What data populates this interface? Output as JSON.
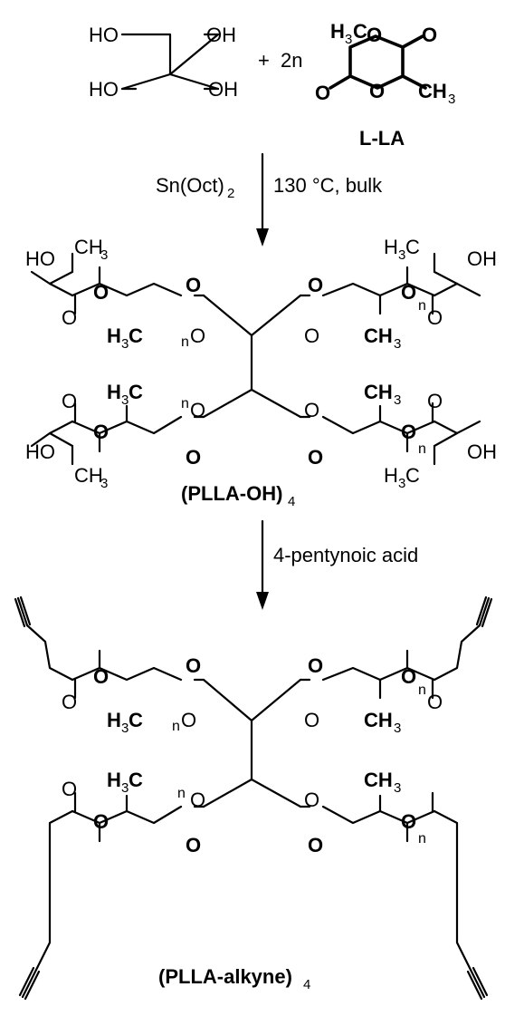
{
  "reaction": {
    "reagent_coefficient": "2n",
    "plus": "+",
    "monomer_label": "L-LA",
    "catalyst": "Sn(Oct)",
    "catalyst_sub": "2",
    "conditions": "130 °C, bulk",
    "step2_reagent": "4-pentynoic acid",
    "product1_label": "(PLLA-OH)",
    "product1_sub": "4",
    "product2_label": "(PLLA-alkyne)",
    "product2_sub": "4"
  },
  "atoms": {
    "HO": "HO",
    "OH": "OH",
    "O": "O",
    "H": "H",
    "C": "C",
    "CH": "CH",
    "three": "3",
    "n": "n"
  }
}
